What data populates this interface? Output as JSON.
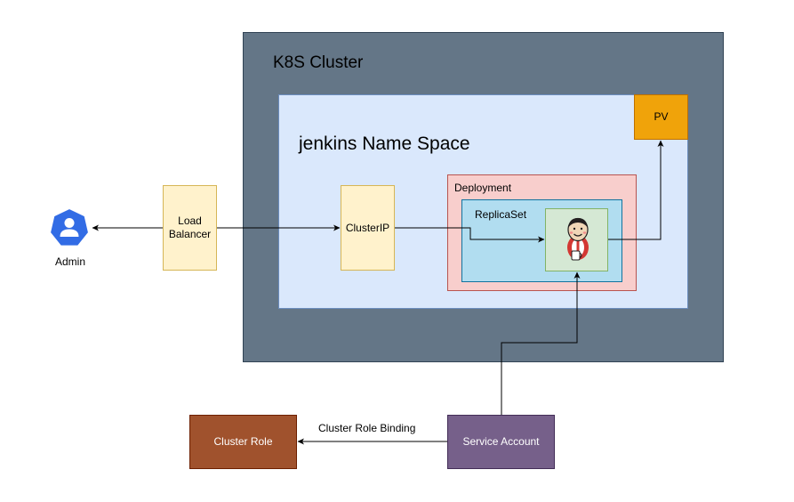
{
  "cluster": {
    "title": "K8S Cluster",
    "color": "#647687"
  },
  "namespace": {
    "title": "jenkins Name Space",
    "color": "#dae8fc"
  },
  "pv": {
    "label": "PV",
    "color": "#f0a30a"
  },
  "deployment": {
    "label": "Deployment",
    "color": "#f8cecc"
  },
  "replicaset": {
    "label": "ReplicaSet",
    "color": "#b1ddf0"
  },
  "jenkins_pod": {
    "icon": "jenkins-icon",
    "color": "#d5e8d4"
  },
  "load_balancer": {
    "label": "Load\nBalancer",
    "color": "#fff2cc"
  },
  "cluster_ip": {
    "label": "ClusterIP",
    "color": "#fff2cc"
  },
  "admin": {
    "label": "Admin",
    "icon": "user-icon",
    "color": "#326ce5"
  },
  "cluster_role": {
    "label": "Cluster Role",
    "color": "#a0522d"
  },
  "service_account": {
    "label": "Service Account",
    "color": "#76608a"
  },
  "binding": {
    "label": "Cluster Role Binding"
  }
}
